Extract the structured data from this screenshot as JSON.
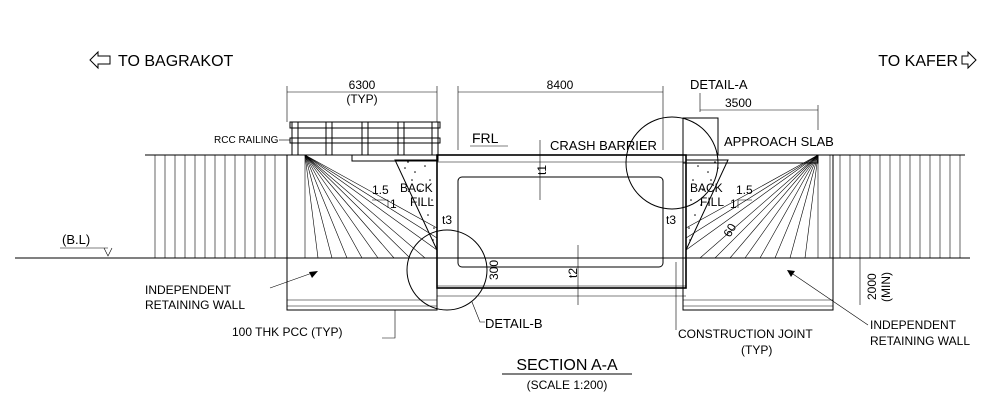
{
  "directions": {
    "left": "TO BAGRAKOT",
    "right": "TO KAFER"
  },
  "dimensions": {
    "railing_width": "6300",
    "railing_typ": "(TYP)",
    "box_width": "8400",
    "approach_slab_width": "3500",
    "slab_depth": "300",
    "retaining_depth": "2000",
    "retaining_min": "(MIN)",
    "top_slab_thk": "t1",
    "bottom_slab_thk": "t2",
    "wall_thk_left": "t3",
    "wall_thk_right": "t3",
    "slope_ratio_v": "1.5",
    "slope_ratio_h": "1",
    "right_angle": "60"
  },
  "labels": {
    "detail_a": "DETAIL-A",
    "detail_b": "DETAIL-B",
    "rcc_railing": "RCC RAILING",
    "frl": "FRL",
    "crash_barrier": "CRASH BARRIER",
    "approach_slab": "APPROACH SLAB",
    "bed_level": "(B.L)",
    "back_fill_left_1": "BACK",
    "back_fill_left_2": "FILL",
    "back_fill_right_1": "BACK",
    "back_fill_right_2": "FILL",
    "retaining_wall_left_1": "INDEPENDENT",
    "retaining_wall_left_2": "RETAINING WALL",
    "pcc": "100 THK PCC (TYP)",
    "construction_joint": "CONSTRUCTION JOINT",
    "construction_joint_typ": "(TYP)",
    "retaining_wall_right_1": "INDEPENDENT",
    "retaining_wall_right_2": "RETAINING WALL"
  },
  "title": {
    "main": "SECTION A-A",
    "scale": "(SCALE 1:200)"
  }
}
